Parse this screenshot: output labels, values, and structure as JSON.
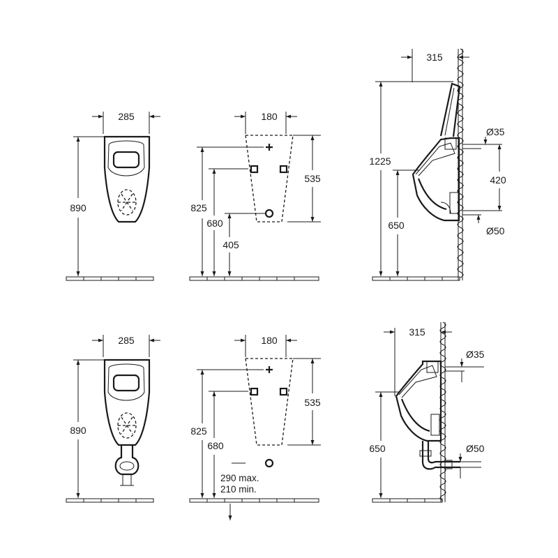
{
  "top": {
    "front": {
      "width": "285",
      "height": "890"
    },
    "rear": {
      "width": "180",
      "height_825": "825",
      "height_680": "680",
      "height_405": "405",
      "height_535": "535"
    },
    "side": {
      "depth": "315",
      "height_1225": "1225",
      "height_650": "650",
      "height_420": "420",
      "diam_35": "Ø35",
      "diam_50": "Ø50"
    }
  },
  "bottom": {
    "front": {
      "width": "285",
      "height": "890"
    },
    "rear": {
      "width": "180",
      "height_825": "825",
      "height_680": "680",
      "height_535": "535",
      "range_max": "290 max.",
      "range_min": "210 min."
    },
    "side": {
      "depth": "315",
      "height_650": "650",
      "diam_35": "Ø35",
      "diam_50": "Ø50"
    }
  }
}
